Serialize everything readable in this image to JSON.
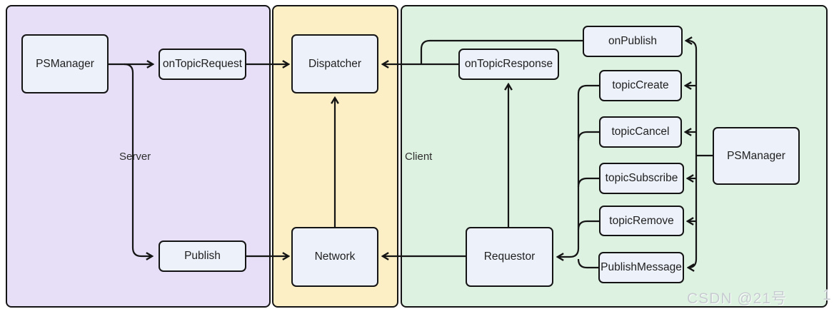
{
  "regions": {
    "server": {
      "label": "Server",
      "color": "#e7dff7"
    },
    "transport": {
      "label": "",
      "color": "#fcefc6"
    },
    "client": {
      "label": "Client",
      "color": "#def2e1"
    }
  },
  "nodes": {
    "psmanager_server": "PSManager",
    "on_topic_request": "onTopicRequest",
    "publish": "Publish",
    "dispatcher": "Dispatcher",
    "network": "Network",
    "on_topic_response": "onTopicResponse",
    "requestor": "Requestor",
    "on_publish": "onPublish",
    "topic_create": "topicCreate",
    "topic_cancel": "topicCancel",
    "topic_subscribe": "topicSubscribe",
    "topic_remove": "topicRemove",
    "publish_message": "PublishMessage",
    "psmanager_client": "PSManager"
  },
  "edges": [
    {
      "from": "psmanager_server",
      "to": "on_topic_request"
    },
    {
      "from": "psmanager_server",
      "to": "publish"
    },
    {
      "from": "on_topic_request",
      "to": "dispatcher"
    },
    {
      "from": "publish",
      "to": "network"
    },
    {
      "from": "network",
      "to": "dispatcher"
    },
    {
      "from": "on_topic_response",
      "to": "dispatcher"
    },
    {
      "from": "on_publish",
      "to": "dispatcher"
    },
    {
      "from": "requestor",
      "to": "on_topic_response"
    },
    {
      "from": "requestor",
      "to": "network"
    },
    {
      "from": "topic_create",
      "to": "requestor"
    },
    {
      "from": "topic_cancel",
      "to": "requestor"
    },
    {
      "from": "topic_subscribe",
      "to": "requestor"
    },
    {
      "from": "topic_remove",
      "to": "requestor"
    },
    {
      "from": "publish_message",
      "to": "requestor"
    },
    {
      "from": "psmanager_client",
      "to": "on_publish"
    },
    {
      "from": "psmanager_client",
      "to": "topic_create"
    },
    {
      "from": "psmanager_client",
      "to": "topic_cancel"
    },
    {
      "from": "psmanager_client",
      "to": "topic_subscribe"
    },
    {
      "from": "psmanager_client",
      "to": "topic_remove"
    },
    {
      "from": "psmanager_client",
      "to": "publish_message"
    }
  ],
  "watermark": {
    "text": "CSDN @21号",
    "suffix": "1"
  },
  "colors": {
    "node_fill": "#edf1fa",
    "line": "#141414",
    "node_border": "#141414"
  }
}
